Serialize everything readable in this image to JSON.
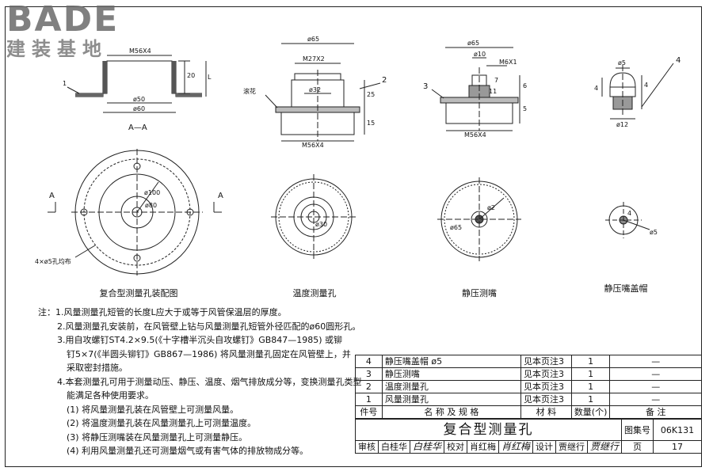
{
  "watermark": {
    "logo": "BADE",
    "subtitle": "建装基地"
  },
  "views": {
    "assembly": {
      "section_label": "A—A",
      "cut_mark": "A",
      "caption": "复合型测量孔装配图",
      "holes_note": "4×ø5孔均布",
      "dims": [
        "M56X4",
        "ø50",
        "ø60",
        "20",
        "L",
        "ø100",
        "ø80"
      ]
    },
    "temp": {
      "caption": "温度测量孔",
      "knurl": "滚花",
      "dims": [
        "ø65",
        "M27X2",
        "ø32",
        "25",
        "15",
        "M56X4",
        "ø30"
      ]
    },
    "static": {
      "caption": "静压测嘴",
      "dims": [
        "ø65",
        "ø10",
        "M6X1",
        "7",
        "11",
        "6",
        "5",
        "M56X4",
        "ø2",
        "ø65"
      ]
    },
    "cap": {
      "caption": "静压嘴盖帽",
      "dims": [
        "ø5",
        "4",
        "4",
        "ø12",
        "ø5",
        "4"
      ]
    },
    "leaders": [
      "1",
      "2",
      "3",
      "4"
    ]
  },
  "notes": [
    "注：1.风量测量孔短管的长度L应大于或等于风管保温层的厚度。",
    "2.风量测量孔安装前，在风管壁上钻与风量测量孔短管外径匹配的ø60圆形孔。",
    "3.用自攻螺钉ST4.2×9.5(《十字槽半沉头自攻螺钉》GB847—1985) 或铆",
    "钉5×7(《半圆头铆钉》GB867—1986) 将风量测量孔固定在风管壁上，并",
    "采取密封措施。",
    "4.本套测量孔可用于测量动压、静压、温度、烟气排放成分等，变换测量孔类型",
    "能满足各种使用要求。",
    "(1)  将风量测量孔装在风管壁上可测量风量。",
    "(2)  将温度测量孔装在风量测量孔上可测量温度。",
    "(3)  将静压测嘴装在风量测量孔上可测量静压。",
    "(4)  利用风量测量孔还可测量烟气或有害气体的排放物成分等。"
  ],
  "parts_list": {
    "rows": [
      {
        "no": "4",
        "name": "静压嘴盖帽 ø5",
        "material": "见本页注3",
        "qty": "1",
        "remark": "—"
      },
      {
        "no": "3",
        "name": "静压测嘴",
        "material": "见本页注3",
        "qty": "1",
        "remark": "—"
      },
      {
        "no": "2",
        "name": "温度测量孔",
        "material": "见本页注3",
        "qty": "1",
        "remark": "—"
      },
      {
        "no": "1",
        "name": "风量测量孔",
        "material": "见本页注3",
        "qty": "1",
        "remark": "—"
      }
    ],
    "headers": {
      "no": "件号",
      "name": "名 称 及 规 格",
      "material": "材 料",
      "qty": "数量(个)",
      "remark": "备 注"
    }
  },
  "title_block": {
    "title": "复合型测量孔",
    "atlas_label": "图集号",
    "atlas_no": "06K131",
    "review_label": "审核",
    "reviewer": "白桂华",
    "reviewer_sig": "白桂华",
    "check_label": "校对",
    "checker": "肖红梅",
    "checker_sig": "肖红梅",
    "design_label": "设计",
    "designer": "贾继行",
    "designer_sig": "贾继行",
    "page_label": "页",
    "page_no": "17"
  }
}
